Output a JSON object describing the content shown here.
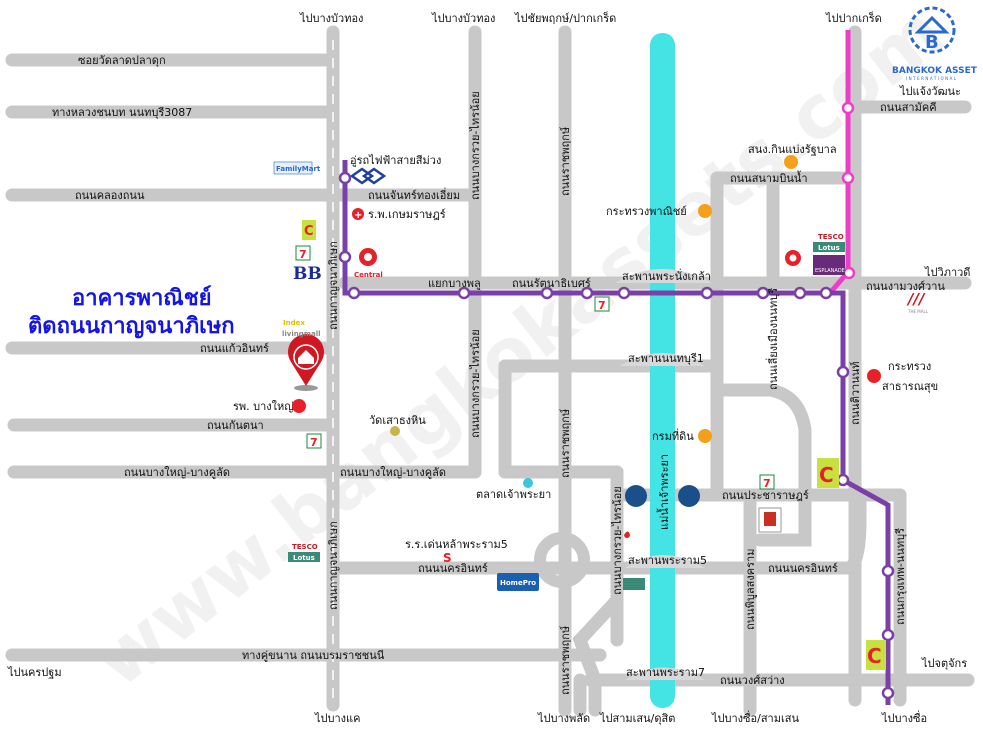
{
  "title": {
    "line1": "อาคารพาณิชย์",
    "line2": "ติดถนนกาญจนาภิเษก"
  },
  "logo": {
    "name": "BANGKOK ASSET",
    "sub": "INTERNATIONAL"
  },
  "colors": {
    "road": "#c8c8c8",
    "river": "#45e4e4",
    "purple_line": "#7b3fa8",
    "pink_line": "#f03cc8",
    "title": "#1414e6",
    "landmark": "#f5a01a",
    "hospital": "#e8202a"
  },
  "directions": {
    "to_bang_bua_thong_1": "ไปบางบัวทอง",
    "to_bang_bua_thong_2": "ไปบางบัวทอง",
    "to_chaiyaphruek": "ไปชัยพฤกษ์/ปากเกร็ด",
    "to_pak_kret": "ไปปากเกร็ด",
    "to_chaeng_watthana": "ไปแจ้งวัฒนะ",
    "to_vibhavadi": "ไปวิภาวดี",
    "to_nakhon_pathom": "ไปนครปฐม",
    "to_bang_khae": "ไปบางแค",
    "to_bang_phlat": "ไปบางพลัด",
    "to_samsen_dusit": "ไปสามเสน/ดุสิต",
    "to_bang_sue_samsen": "ไปบางซื่อ/สามเสน",
    "to_bang_sue": "ไปบางซื่อ",
    "to_chatuchak": "ไปจตุจักร"
  },
  "roads": {
    "soi_wat_lat_pla_duk": "ซอยวัดลาดปลาดุก",
    "rural_3087": "ทางหลวงชนบท นนทบุรี3087",
    "khlong_thanon": "ถนนคลองถนน",
    "chan_thong_iam": "ถนนจันทร์ทองเอี่ยม",
    "kanchanaphisek_1": "ถนนกาญจนาภิเษก",
    "kanchanaphisek_2": "ถนนกาญจนาภิเษก",
    "bang_kruai_sai_noi_1": "ถนนบางกรวย-ไทรน้อย",
    "bang_kruai_sai_noi_2": "ถนนบางกรวย-ไทรน้อย",
    "bang_kruai_sai_noi_3": "ถนนบางกรวย-ไทรน้อย",
    "ratchaphruek_1": "ถนนราชพฤกษ์",
    "ratchaphruek_2": "ถนนราชพฤกษ์",
    "ratchaphruek_3": "ถนนราชพฤกษ์",
    "bang_phlu_junction": "แยกบางพลู",
    "rattanathibet": "ถนนรัตนาธิเบศร์",
    "ngam_wong_wan": "ถนนงามวงศ์วาน",
    "sanam_bin_nam": "ถนนสนามบินน้ำ",
    "samakkhi": "ถนนสามัคคี",
    "kaew_in": "ถนนแก้วอินทร์",
    "kantana": "ถนนกันตนา",
    "bang_yai_bang_khu_lat_1": "ถนนบางใหญ่-บางคูลัด",
    "bang_yai_bang_khu_lat_2": "ถนนบางใหญ่-บางคูลัด",
    "nakhon_in_1": "ถนนนครอินทร์",
    "nakhon_in_2": "ถนนนครอินทร์",
    "borommaratchachonnani": "ทางคู่ขนาน ถนนบรมราชชนนี",
    "liang_mueang_nonthaburi": "ถนนเลี่ยงเมืองนนทบุรี",
    "tiwanon": "ถนนติวานนท์",
    "pracharat": "ถนนประชาราษฎร์",
    "pibulsongkram": "ถนนพิบูลสงคราม",
    "krungthep_nonthaburi": "ถนนกรุงเทพ-นนทบุรี",
    "wongsawang": "ถนนวงศ์สว่าง"
  },
  "bridges": {
    "phra_nang_klao": "สะพานพระนั่งเกล้า",
    "nonthaburi_1": "สะพานนนทบุรี1",
    "rama_5": "สะพานพระราม5",
    "rama_7": "สะพานพระราม7"
  },
  "river": "แม่น้ำเจ้าพระยา",
  "landmarks": {
    "purple_line_depot": "อู่รถไฟฟ้าสายสีม่วง",
    "kasemrad_hospital": "ร.พ.เกษมราษฎร์",
    "lottery_office": "สนง.กินแบ่งรัฐบาล",
    "ministry_commerce": "กระทรวงพาณิชย์",
    "bang_yai_hospital": "รพ. บางใหญ่",
    "wat_sao_thong_hin": "วัดเสาธงหิน",
    "chao_phraya_market": "ตลาดเจ้าพระยา",
    "denla_school": "ร.ร.เด่นหล้าพระราม5",
    "land_department": "กรมที่ดิน",
    "ministry_health_1": "กระทรวง",
    "ministry_health_2": "สาธารณสุข"
  },
  "brands": {
    "familymart": "FamilyMart",
    "central": "Central",
    "bb": "BB",
    "index_1": "Index",
    "index_2": "livingmall",
    "tesco": "TESCO",
    "lotus": "Lotus",
    "homepro": "HomePro",
    "the_mall": "THE MALL",
    "esplanade": "ESPLANADE",
    "seven": "7"
  }
}
